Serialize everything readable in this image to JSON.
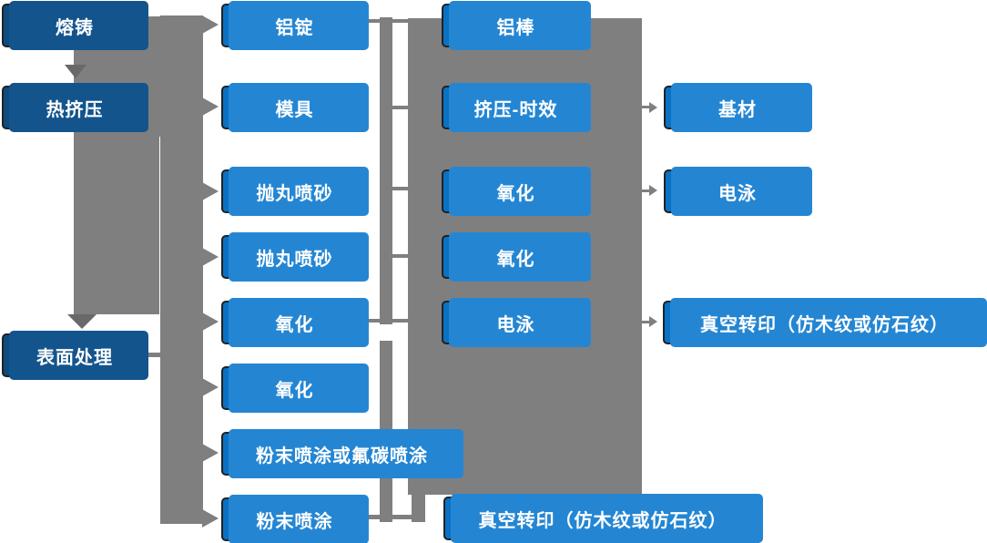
{
  "diagram": {
    "type": "flowchart",
    "colors": {
      "box_blue": "#0a72c4",
      "box_blue_echo": "#2486d3",
      "box_navy": "#0e4c80",
      "box_navy_echo": "#14548c",
      "connector_gray": "#7f7f7f",
      "arrow_dark_gray": "#696969",
      "box_border": "#212121",
      "text": "#ffffff",
      "background": "#ffffff"
    },
    "nodes": {
      "melting": {
        "label": "熔铸"
      },
      "hot_extrusion": {
        "label": "热挤压"
      },
      "surface_treatment": {
        "label": "表面处理"
      },
      "aluminum_ingot": {
        "label": "铝锭"
      },
      "mold": {
        "label": "模具"
      },
      "shot_blasting_1": {
        "label": "抛丸喷砂"
      },
      "shot_blasting_2": {
        "label": "抛丸喷砂"
      },
      "oxidation_1": {
        "label": "氧化"
      },
      "oxidation_2": {
        "label": "氧化"
      },
      "powder_or_fluorocarbon_coating": {
        "label": "粉末喷涂或氟碳喷涂"
      },
      "powder_coating": {
        "label": "粉末喷涂"
      },
      "aluminum_rod": {
        "label": "铝棒"
      },
      "extrusion_aging": {
        "label": "挤压-时效"
      },
      "oxidation_3": {
        "label": "氧化"
      },
      "oxidation_4": {
        "label": "氧化"
      },
      "electrophoresis_1": {
        "label": "电泳"
      },
      "vacuum_transfer_print_1": {
        "label": "真空转印（仿木纹或仿石纹）"
      },
      "base_material": {
        "label": "基材"
      },
      "electrophoresis_2": {
        "label": "电泳"
      },
      "vacuum_transfer_print_2": {
        "label": "真空转印（仿木纹或仿石纹）"
      }
    }
  }
}
